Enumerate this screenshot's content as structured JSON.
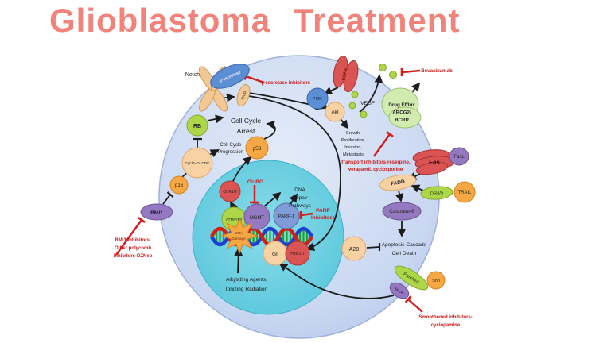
{
  "title": "Glioblastoma Treatment",
  "colors": {
    "title_text": "#f2837b",
    "annotation_red": "#cc1a1a",
    "arrow_black": "#1c1c1c",
    "cell_fill": "#c9d7f1",
    "nucleus_fill": "#5ec9dd",
    "node_orange": "#f5a843",
    "node_peach": "#f9d2a4",
    "node_green": "#aed649",
    "node_light_green": "#d2ecb0",
    "node_purple": "#9579c0",
    "node_red": "#d95452",
    "node_blue": "#5b8ed2",
    "node_tan": "#f2c894",
    "dna_strand_blue": "#1f3fd0",
    "dna_strand_red": "#d32017",
    "dna_rung_green": "#1fa32e"
  },
  "nodes": {
    "notch": "Notch",
    "gamma_secretase": "γ-secretase",
    "nicd": "NICD",
    "rb": "RB",
    "cyclin_cdk": "Cyclin-D, CDK",
    "p16": "p16",
    "bmi1": "BMI1",
    "p53": "p53",
    "chk12": "CHK1/2",
    "atm_atr": "ATM/ATR",
    "mgmt": "MGMT",
    "parp1": "PARP-1",
    "gli": "Gli",
    "hes": "Hes 1-7",
    "dna_damage_1": "DNA",
    "dna_damage_2": "Damage",
    "egfr": "EGFR",
    "pi3k": "PI3K",
    "akt": "Akt",
    "vegf": "VEGF",
    "drug_efflux_1": "Drug Efflux",
    "drug_efflux_2": "ABCG2/",
    "drug_efflux_3": "BCRP",
    "fas": "Fas",
    "fasl": "FasL",
    "fadd": "FADD",
    "dr45": "DR4/5",
    "trail": "TRAIL",
    "caspase8": "Caspase-8",
    "a20": "A20",
    "patched": "Patched",
    "shh": "Shh",
    "smoh": "SMOH"
  },
  "processes": {
    "cell_cycle_arrest_1": "Cell Cycle",
    "cell_cycle_arrest_2": "Arrest",
    "cell_cycle_prog_1": "Cell Cycle",
    "cell_cycle_prog_2": "Progression",
    "growth_1": "Growth,",
    "growth_2": "Proliferation,",
    "growth_3": "Invasion,",
    "growth_4": "Metastasis",
    "dna_repair_1": "DNA",
    "dna_repair_2": "Repair",
    "dna_repair_3": "Pathways",
    "apoptosis_1": "Apoptosis Cascade",
    "apoptosis_2": "Cell Death",
    "alkylating_1": "Alkylating Agents,",
    "alkylating_2": "Ionizing Radiation"
  },
  "inhibitors": {
    "gamma_secretase": "γ-secretase inhibitors",
    "bevacizumab": "Bevacizumab",
    "transport_1": "Transport inhibitors-reserpine,",
    "transport_2": "verapamil, cyclosporine",
    "o6bg": "O⁶-BG",
    "parp_1": "PARP",
    "parp_2": "Inhibitors",
    "bmi1_1": "BMI1 inhibitors,",
    "bmi1_2": "Other polycomb",
    "bmi1_3": "inhibitors-DZNep",
    "smo_1": "Smoothened inhibitors-",
    "smo_2": "cyclopamine"
  }
}
